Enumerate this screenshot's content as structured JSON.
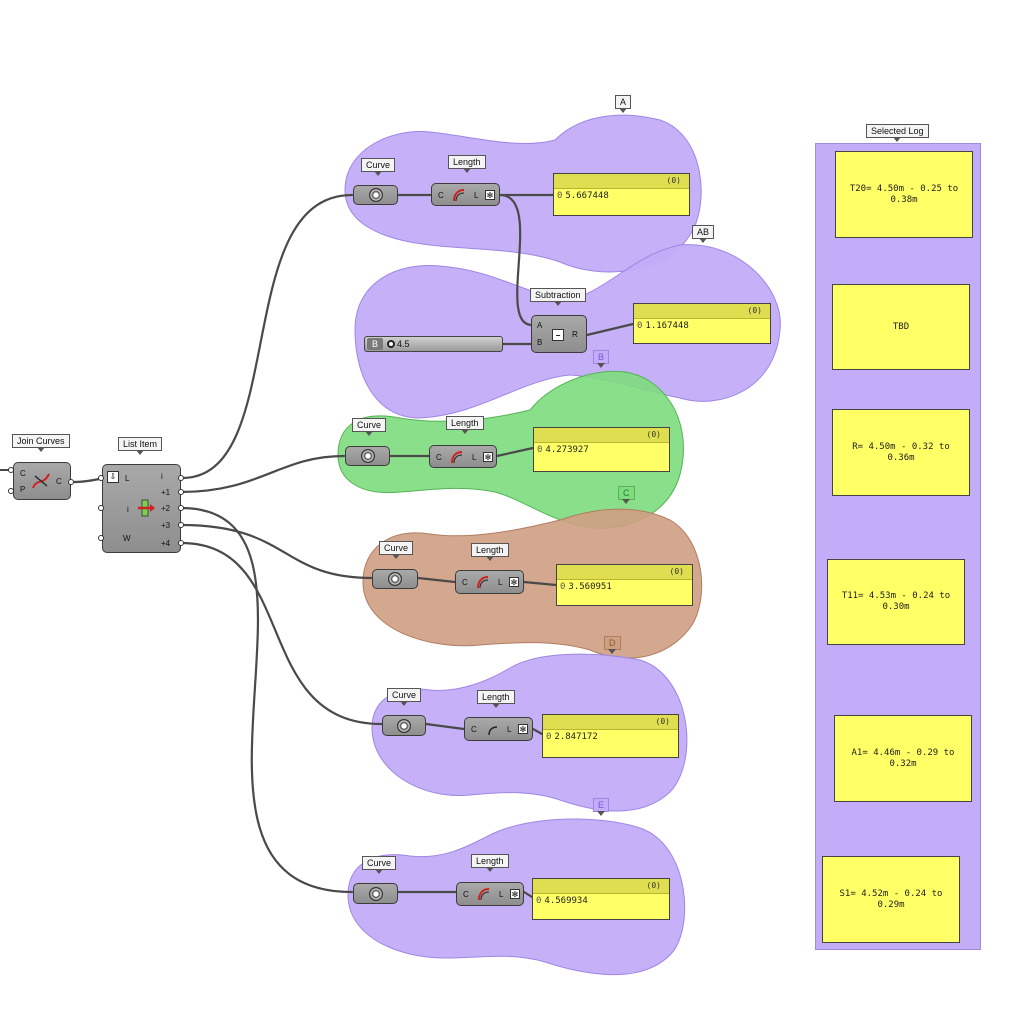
{
  "colors": {
    "purple": "#c3adf8",
    "green": "#7ddc7d",
    "brown": "#cf9f82",
    "panel_yellow": "#ffff66",
    "wire": "#4a4a4a"
  },
  "components": {
    "join_curves": {
      "tag": "Join Curves",
      "in": [
        "C",
        "P"
      ],
      "out": "C"
    },
    "list_item": {
      "tag": "List Item",
      "in": [
        "L",
        "i",
        "W"
      ],
      "out": [
        "i",
        "+1",
        "+2",
        "+3",
        "+4"
      ]
    },
    "subtraction": {
      "tag": "Subtraction",
      "in": [
        "A",
        "B"
      ],
      "out": "R"
    },
    "slider": {
      "name": "B",
      "value": "4.5"
    },
    "curve_label": "Curve",
    "length_label": "Length",
    "length_ports": {
      "in": "C",
      "out": "L"
    }
  },
  "groups": [
    {
      "tag": "A"
    },
    {
      "tag": "AB"
    },
    {
      "tag": "B"
    },
    {
      "tag": "C"
    },
    {
      "tag": "D"
    },
    {
      "tag": "E"
    }
  ],
  "panels": [
    {
      "header": "(0)",
      "index": "0",
      "value": "5.667448"
    },
    {
      "header": "(0)",
      "index": "0",
      "value": "1.167448"
    },
    {
      "header": "(0)",
      "index": "0",
      "value": "4.273927"
    },
    {
      "header": "(0)",
      "index": "0",
      "value": "3.560951"
    },
    {
      "header": "(0)",
      "index": "0",
      "value": "2.847172"
    },
    {
      "header": "(0)",
      "index": "0",
      "value": "4.569934"
    }
  ],
  "selected_log": {
    "tag": "Selected Log",
    "entries": [
      "T20= 4.50m  - 0.25 to 0.38m",
      "TBD",
      "R= 4.50m  - 0.32 to 0.36m",
      "T11= 4.53m  - 0.24 to 0.30m",
      "A1= 4.46m  - 0.29 to 0.32m",
      "S1= 4.52m  - 0.24 to 0.29m"
    ]
  }
}
